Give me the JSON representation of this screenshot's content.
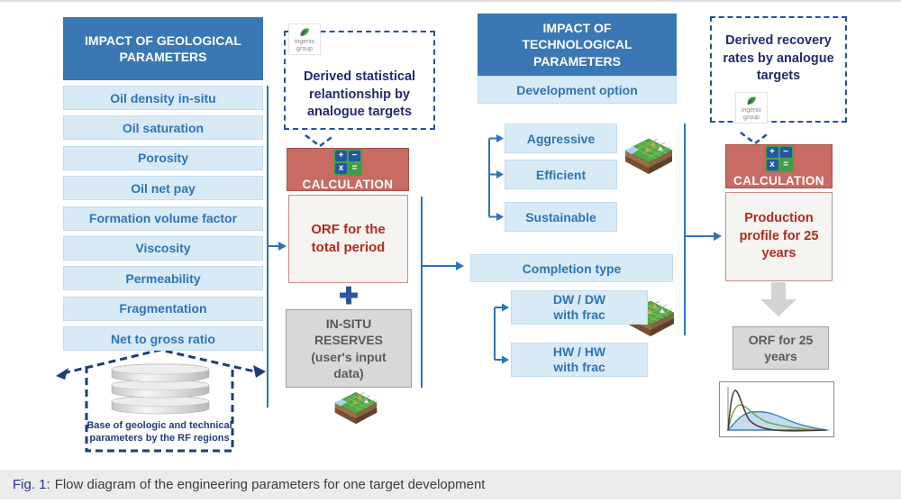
{
  "figure": {
    "caption_prefix": "Fig. 1:",
    "caption_text": "Flow diagram of the engineering parameters for one target development"
  },
  "geological": {
    "header": "IMPACT OF GEOLOGICAL PARAMETERS",
    "items": [
      "Oil density in-situ",
      "Oil saturation",
      "Porosity",
      "Oil net pay",
      "Formation volume factor",
      "Viscosity",
      "Permeability",
      "Fragmentation",
      "Net to gross ratio"
    ],
    "database_caption": "Base of geologic and technical parameters by the RF regions"
  },
  "left_flow": {
    "derived_note": "Derived statistical relantionship by analogue targets",
    "calculation": "CALCULATION",
    "orf_total": "ORF for the total period",
    "insitu": "IN-SITU RESERVES (user's input data)"
  },
  "technological": {
    "header": "IMPACT OF TECHNOLOGICAL PARAMETERS",
    "development_option": "Development option",
    "options": [
      "Aggressive",
      "Efficient",
      "Sustainable"
    ],
    "completion_type": "Completion type",
    "completions": [
      "DW / DW with frac",
      "HW / HW with frac"
    ]
  },
  "right_flow": {
    "derived_note": "Derived recovery rates by analogue targets",
    "calculation": "CALCULATION",
    "production_profile": "Production profile for 25 years",
    "orf_25": "ORF for 25 years"
  },
  "logo": {
    "line1": "ingenix",
    "line2": "group"
  },
  "icons": {
    "calculator_tiles": [
      "+",
      "−",
      "x",
      "="
    ],
    "plus_connector": "✚"
  },
  "colors": {
    "header_blue": "#3a77b5",
    "item_blue_bg": "#d9eaf7",
    "item_text_blue": "#2e74b5",
    "calc_red": "#c76b63",
    "dark_red_text": "#b02b20",
    "navy_dashed": "#2352a0",
    "navy_text": "#262a72",
    "gray_box": "#d8d8d8",
    "connector_blue": "#2e74b5"
  }
}
